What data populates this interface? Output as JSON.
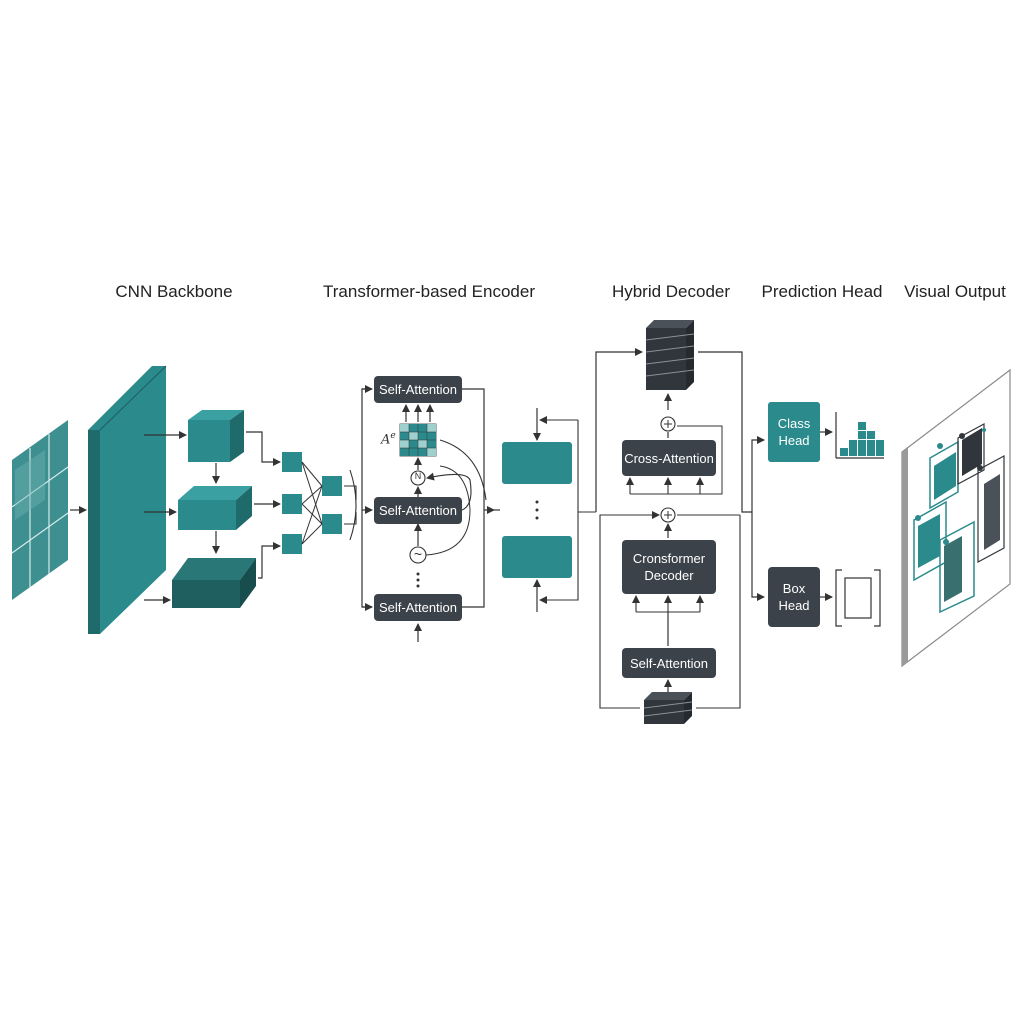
{
  "sections": {
    "backbone": "CNN Backbone",
    "encoder": "Transformer-based Encoder",
    "decoder": "Hybrid Decoder",
    "prediction": "Prediction Head",
    "output": "Visual Output"
  },
  "encoder": {
    "self_attention_top": "Self-Attention",
    "self_attention_mid": "Self-Attention",
    "self_attention_bottom": "Self-Attention",
    "attention_map_label": "A^e",
    "norm_symbol": "N",
    "positional_symbol": "~"
  },
  "decoder": {
    "cross_attention": "Cross-Attention",
    "crossformer_decoder": "Cronsformer Decoder",
    "self_attention": "Self-Attention"
  },
  "prediction": {
    "class_head": "Class Head",
    "box_head": "Box Head"
  },
  "colors": {
    "teal": "#2a8a8c",
    "dark_teal": "#1f6b6c",
    "dark_box": "#3b4249",
    "panel": "#f0f0f0"
  }
}
